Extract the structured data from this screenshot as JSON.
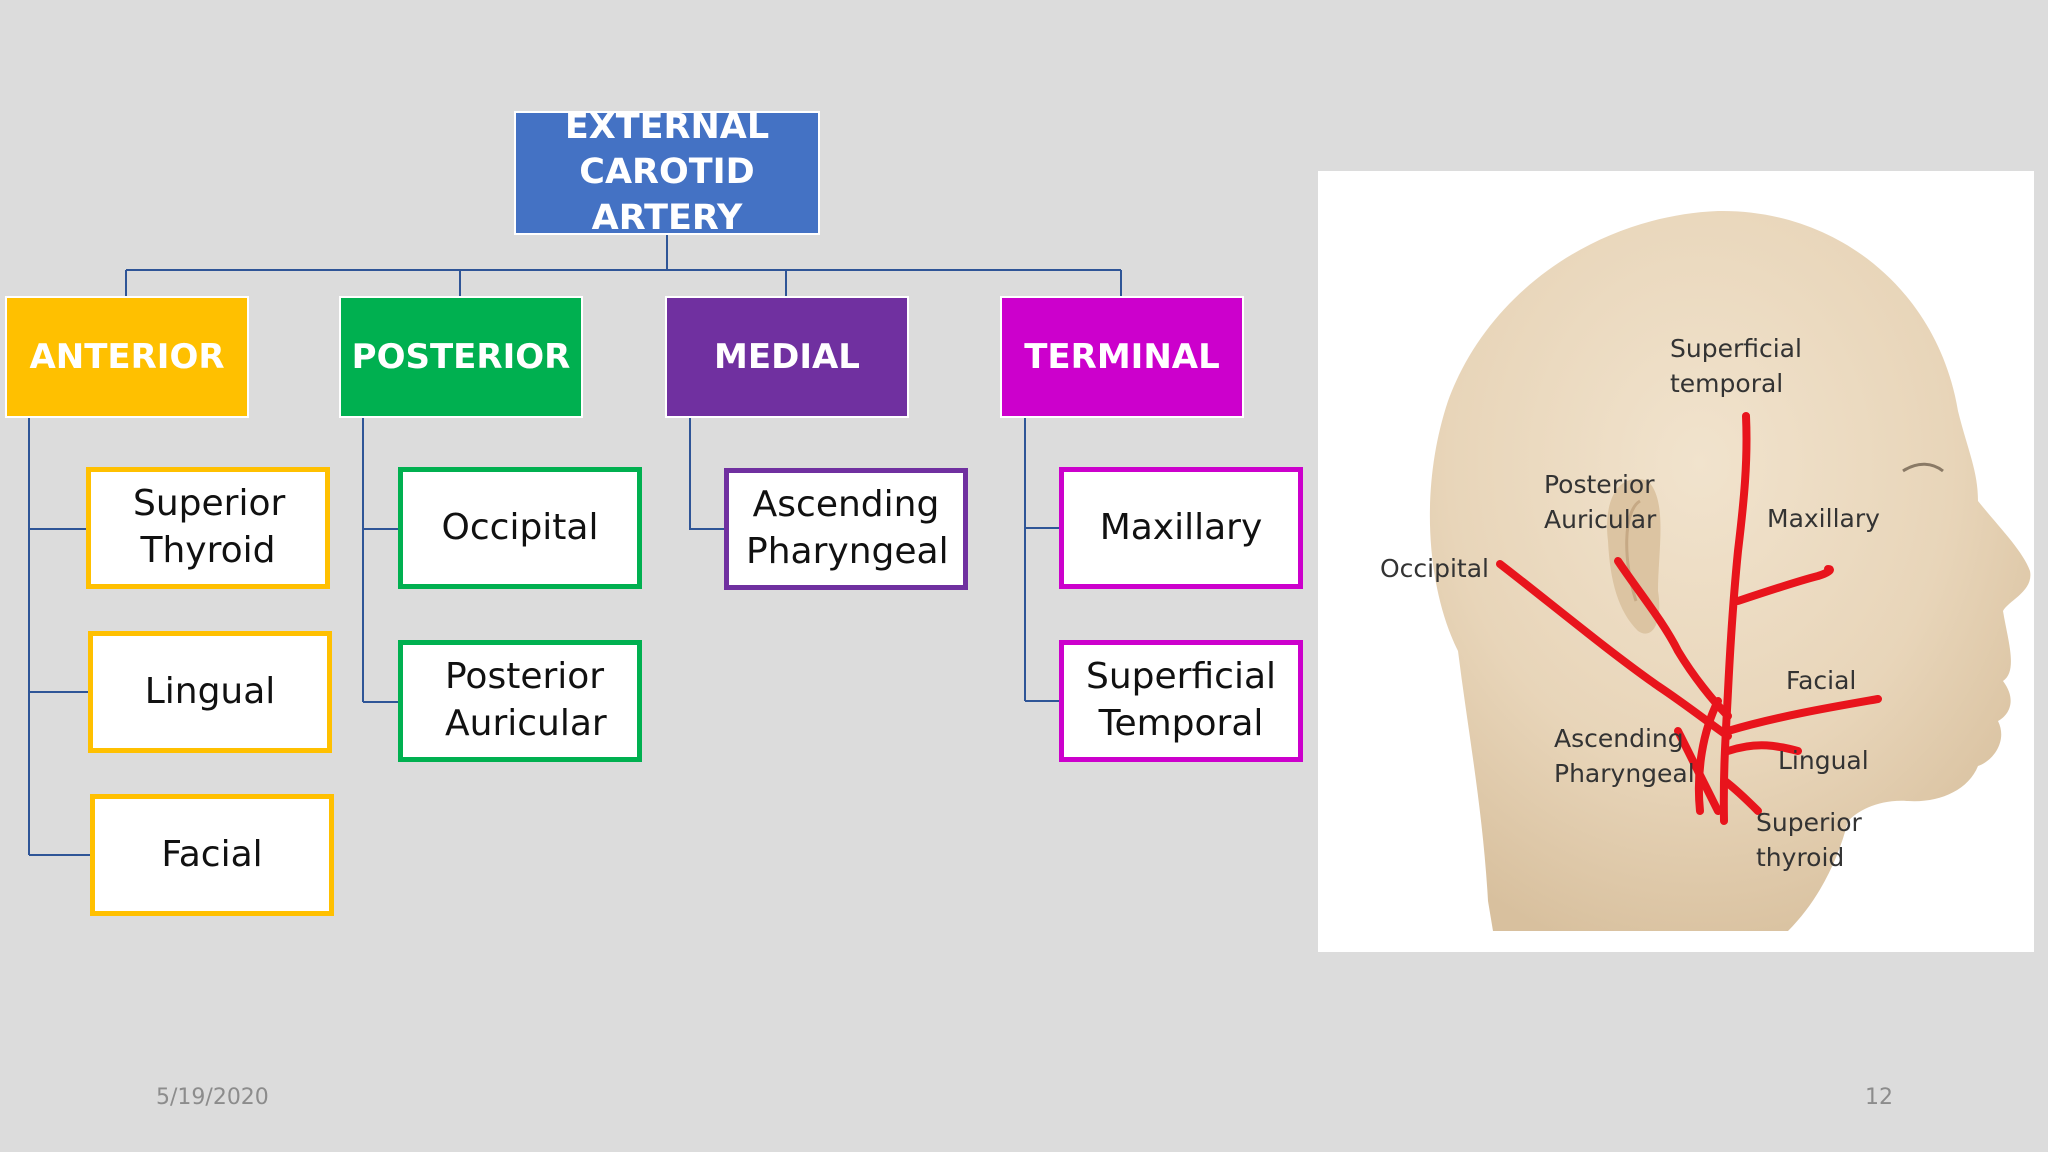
{
  "diagram": {
    "root": "EXTERNAL CAROTID ARTERY",
    "categories": [
      {
        "label": "ANTERIOR",
        "color": "#ffc000",
        "branches": [
          "Superior Thyroid",
          "Lingual",
          "Facial"
        ]
      },
      {
        "label": "POSTERIOR",
        "color": "#00b050",
        "branches": [
          "Occipital",
          "Posterior Auricular"
        ]
      },
      {
        "label": "MEDIAL",
        "color": "#7030a0",
        "branches": [
          "Ascending Pharyngeal"
        ]
      },
      {
        "label": "TERMINAL",
        "color": "#cc00cc",
        "branches": [
          "Maxillary",
          "Superficial Temporal"
        ]
      }
    ],
    "connector_color": "#2f5597"
  },
  "illustration": {
    "labels": {
      "superficial_temporal": "Superficial temporal",
      "posterior_auricular": "Posterior Auricular",
      "maxillary": "Maxillary",
      "occipital": "Occipital",
      "facial": "Facial",
      "ascending_pharyngeal": "Ascending Pharyngeal",
      "lingual": "Lingual",
      "superior_thyroid": "Superior thyroid"
    },
    "artery_color": "#e8141c"
  },
  "footer": {
    "date": "5/19/2020",
    "page_number": "12"
  }
}
